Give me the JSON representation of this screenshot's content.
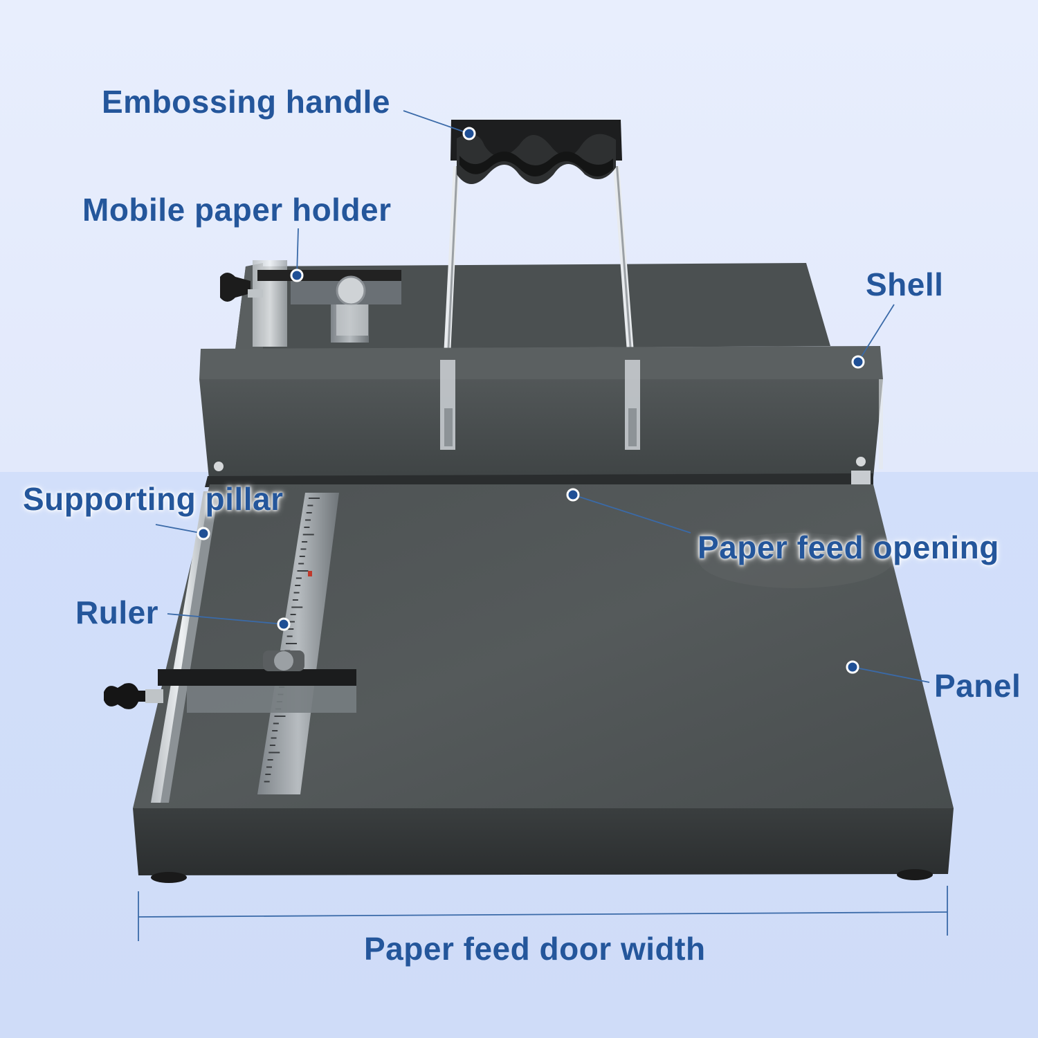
{
  "labels": {
    "embossing_handle": "Embossing handle",
    "mobile_paper_holder": "Mobile paper holder",
    "shell": "Shell",
    "supporting_pillar": "Supporting pillar",
    "paper_feed_opening": "Paper feed opening",
    "ruler": "Ruler",
    "panel": "Panel",
    "paper_feed_door_width": "Paper feed door width"
  },
  "colors": {
    "label_text": "#24569b",
    "leader_line": "#3a6aa8",
    "marker_dot": "#1f4f95",
    "machine_body": "#4a4f50",
    "background": "#e3ebfc"
  }
}
